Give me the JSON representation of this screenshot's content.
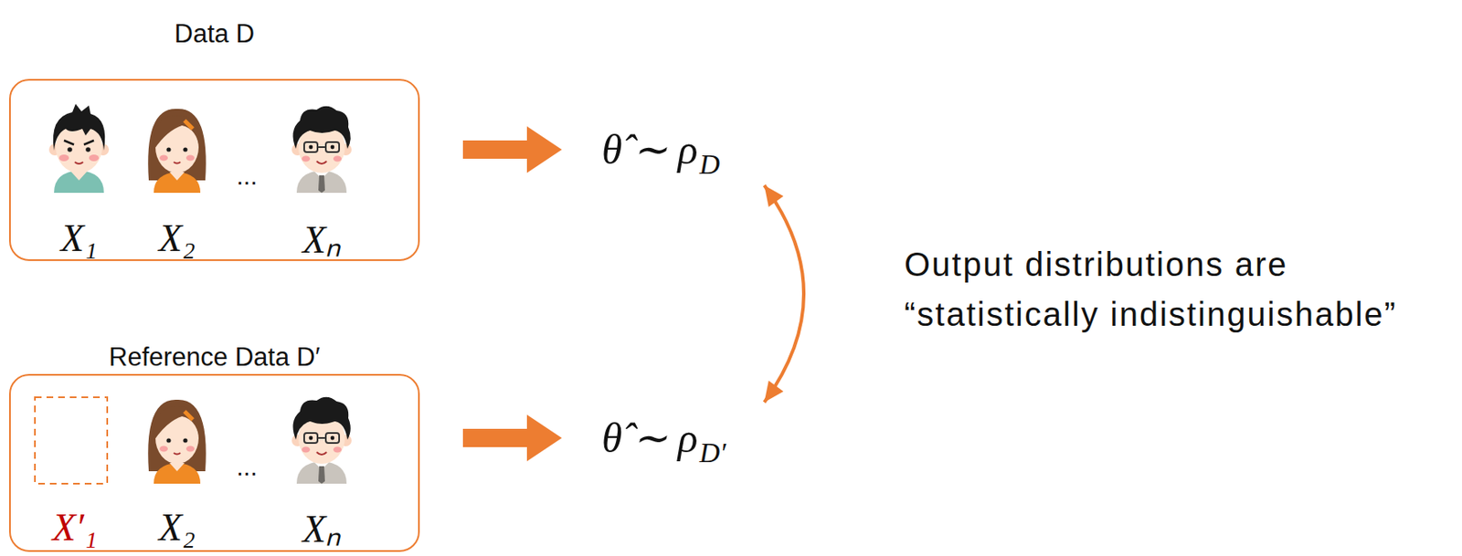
{
  "diagram": {
    "nodes": [
      {
        "text": [
          "Data D"
        ]
      },
      {
        "text": [
          "θ̂ ∼ ρ",
          "D"
        ]
      },
      {
        "text": [
          "Reference Data D′"
        ]
      },
      {
        "text": [
          "θ̂ ∼ ρ",
          "D′"
        ]
      }
    ],
    "edges": [
      {
        "from": 0,
        "to": 1,
        "arrow": "to"
      },
      {
        "from": 2,
        "to": 3,
        "arrow": "to"
      },
      {
        "from": 1,
        "to": 3,
        "arrow": "both",
        "label": "Output distributions are “statistically indistinguishable”"
      }
    ],
    "labels": [
      "X₁",
      "X₂",
      "...",
      "Xₙ",
      "X′₁",
      "X₂",
      "...",
      "Xₙ"
    ]
  }
}
